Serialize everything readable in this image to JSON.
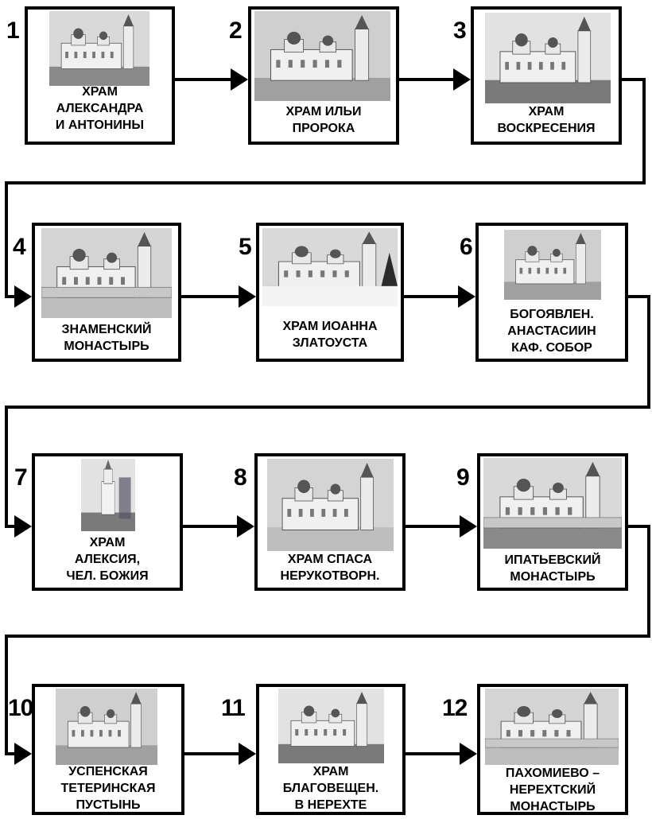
{
  "steps": [
    {
      "number": "1",
      "label": "ХРАМ\nАЛЕКСАНДРА\nИ АНТОНИНЫ",
      "photo": "church-photo"
    },
    {
      "number": "2",
      "label": "ХРАМ ИЛЬИ\nПРОРОКА",
      "photo": "church-photo"
    },
    {
      "number": "3",
      "label": "ХРАМ\nВОСКРЕСЕНИЯ",
      "photo": "church-photo"
    },
    {
      "number": "4",
      "label": "ЗНАМЕНСКИЙ\nМОНАСТЫРЬ",
      "photo": "monastery-photo"
    },
    {
      "number": "5",
      "label": "ХРАМ ИОАННА\nЗЛАТОУСТА",
      "photo": "church-winter-photo"
    },
    {
      "number": "6",
      "label": "БОГОЯВЛЕН.\nАНАСТАСИИН\nКАФ. СОБОР",
      "photo": "cathedral-photo"
    },
    {
      "number": "7",
      "label": "ХРАМ\nАЛЕКСИЯ,\nЧЕЛ. БОЖИЯ",
      "photo": "bell-tower-photo"
    },
    {
      "number": "8",
      "label": "ХРАМ СПАСА\nНЕРУКОТВОРН.",
      "photo": "church-photo"
    },
    {
      "number": "9",
      "label": "ИПАТЬЕВСКИЙ\nМОНАСТЫРЬ",
      "photo": "monastery-photo"
    },
    {
      "number": "10",
      "label": "УСПЕНСКАЯ\nТЕТЕРИНСКАЯ\nПУСТЫНЬ",
      "photo": "church-photo"
    },
    {
      "number": "11",
      "label": "ХРАМ\nБЛАГОВЕЩЕН.\nВ НЕРЕХТЕ",
      "photo": "church-photo"
    },
    {
      "number": "12",
      "label": "ПАХОМИЕВО –\nНЕРЕХТСКИЙ\nМОНАСТЫРЬ",
      "photo": "monastery-photo"
    }
  ],
  "colors": {
    "stroke": "#000000",
    "background": "#ffffff"
  }
}
